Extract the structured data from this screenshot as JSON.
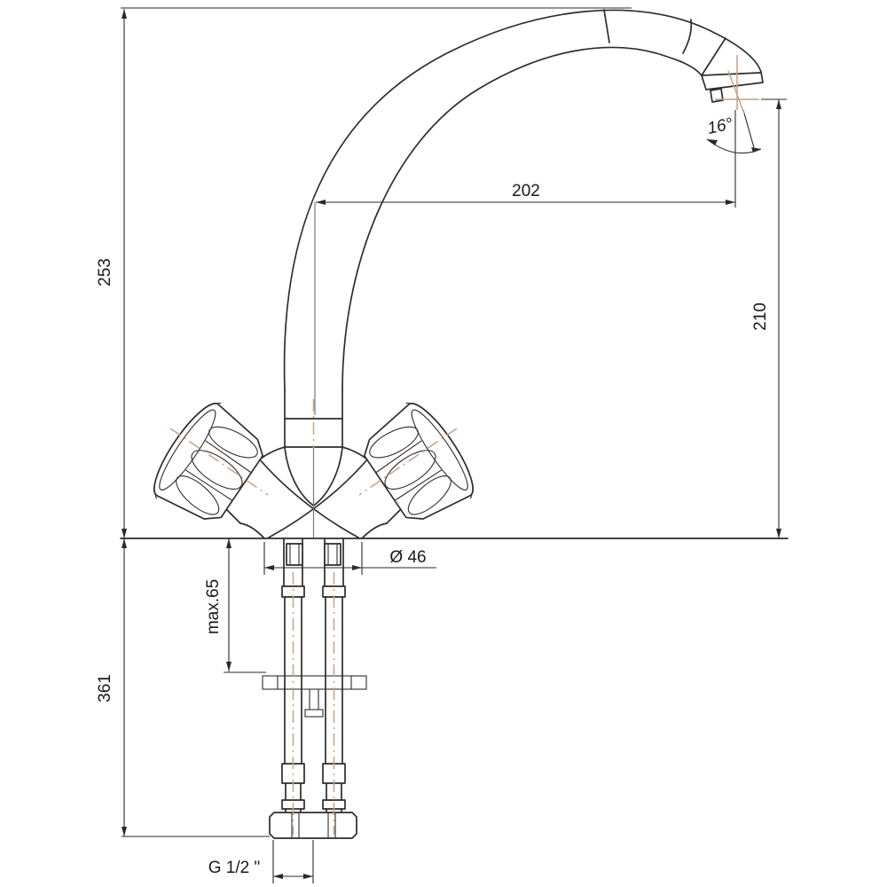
{
  "drawing": {
    "subject": "two-handle kitchen mixer tap, side elevation technical drawing",
    "dimensions": {
      "height_above_deck": "253",
      "spout_reach": "202",
      "outlet_height": "210",
      "under_deck_depth": "361",
      "max_mounting_thickness": "max.65",
      "base_diameter": "Ø 46",
      "thread_size": "G 1/2 \"",
      "outlet_angle": "16°"
    },
    "colors": {
      "object_line": "#2d2d2d",
      "dimension_line": "#2a2a2a",
      "centerline": "#c9a185",
      "background": "#ffffff"
    }
  }
}
